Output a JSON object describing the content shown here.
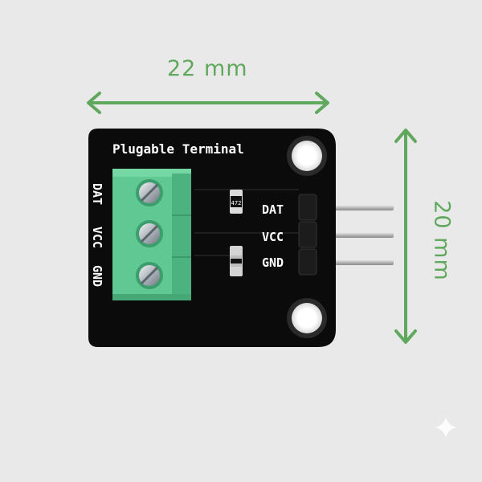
{
  "dimensions": {
    "width_label": "22 mm",
    "height_label": "20 mm"
  },
  "board": {
    "title": "Plugable Terminal",
    "terminal_labels": [
      "DAT",
      "VCC",
      "GND"
    ],
    "pin_labels": [
      "DAT",
      "VCC",
      "GND"
    ],
    "resistor_code": "472"
  },
  "colors": {
    "background": "#e9e9e9",
    "pcb": "#0b0b0b",
    "terminal_block": "#5fc893",
    "arrow": "#5fa85d",
    "silkscreen": "#ffffff"
  }
}
